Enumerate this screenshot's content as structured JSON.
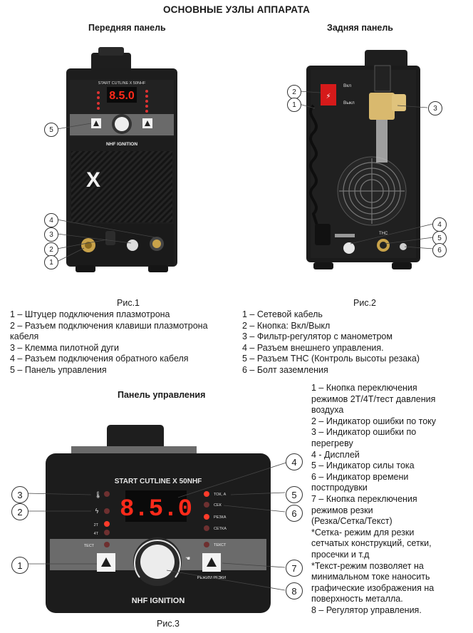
{
  "title": "ОСНОВНЫЕ УЗЛЫ АППАРАТА",
  "front_panel": {
    "heading": "Передняя панель",
    "brand": "START CUTLINE X 50NHF",
    "model": "NHF IGNITION",
    "display_value": "8.5.0",
    "callouts": [
      "5",
      "4",
      "3",
      "2",
      "1"
    ],
    "caption": "Рис.1",
    "legend": [
      "1 – Штуцер подключения плазмотрона",
      "2 – Разъем подключения клавиши плазмотрона",
      "кабеля",
      "3 – Клемма пилотной дуги",
      "4 – Разъем подключения обратного кабеля",
      "5 – Панель управления"
    ]
  },
  "rear_panel": {
    "heading": "Задняя панель",
    "switch_on": "Вкл",
    "switch_off": "Выкл",
    "ths_label": "THC",
    "callouts": [
      "2",
      "1",
      "3",
      "4",
      "5",
      "6"
    ],
    "caption": "Рис.2",
    "legend": [
      "1 – Сетевой кабель",
      "2 – Кнопка: Вкл/Выкл",
      "3 – Фильтр-регулятор с манометром",
      "4 – Разъем внешнего управления.",
      "5 – Разъем THC (Контроль высоты резака)",
      "6 – Болт заземления"
    ]
  },
  "control_panel": {
    "heading": "Панель управления",
    "brand": "START CUTLINE X 50NHF",
    "model": "NHF IGNITION",
    "display_value": "8.5.0",
    "left_leds": [
      "2T",
      "4T",
      "ТЕСТ"
    ],
    "right_leds": [
      "ТОК, А",
      "СЕК",
      "РЕЗКА",
      "СЕТКА",
      "ТЕКСТ"
    ],
    "knob_label": "РЕЖИМ РЕЗКИ",
    "callouts": [
      "4",
      "3",
      "5",
      "2",
      "6",
      "1",
      "7",
      "8"
    ],
    "caption": "Рис.3",
    "legend": [
      "1 – Кнопка переключения",
      "режимов 2T/4T/тест давления",
      "воздуха",
      "2 – Индикатор ошибки по току",
      "3 – Индикатор ошибки по",
      "перегреву",
      "4 - Дисплей",
      "5 – Индикатор силы тока",
      "6 – Индикатор времени",
      "постпродувки",
      "7 – Кнопка переключения",
      "режимов резки",
      "(Резка/Сетка/Текст)",
      "*Сетка- режим для резки",
      "сетчатых конструкций, сетки,",
      "просечки и т.д",
      "*Текст-режим позволяет на",
      "минимальном токе наносить",
      "графические изображения на",
      "поверхность металла.",
      "8 – Регулятор управления."
    ]
  }
}
